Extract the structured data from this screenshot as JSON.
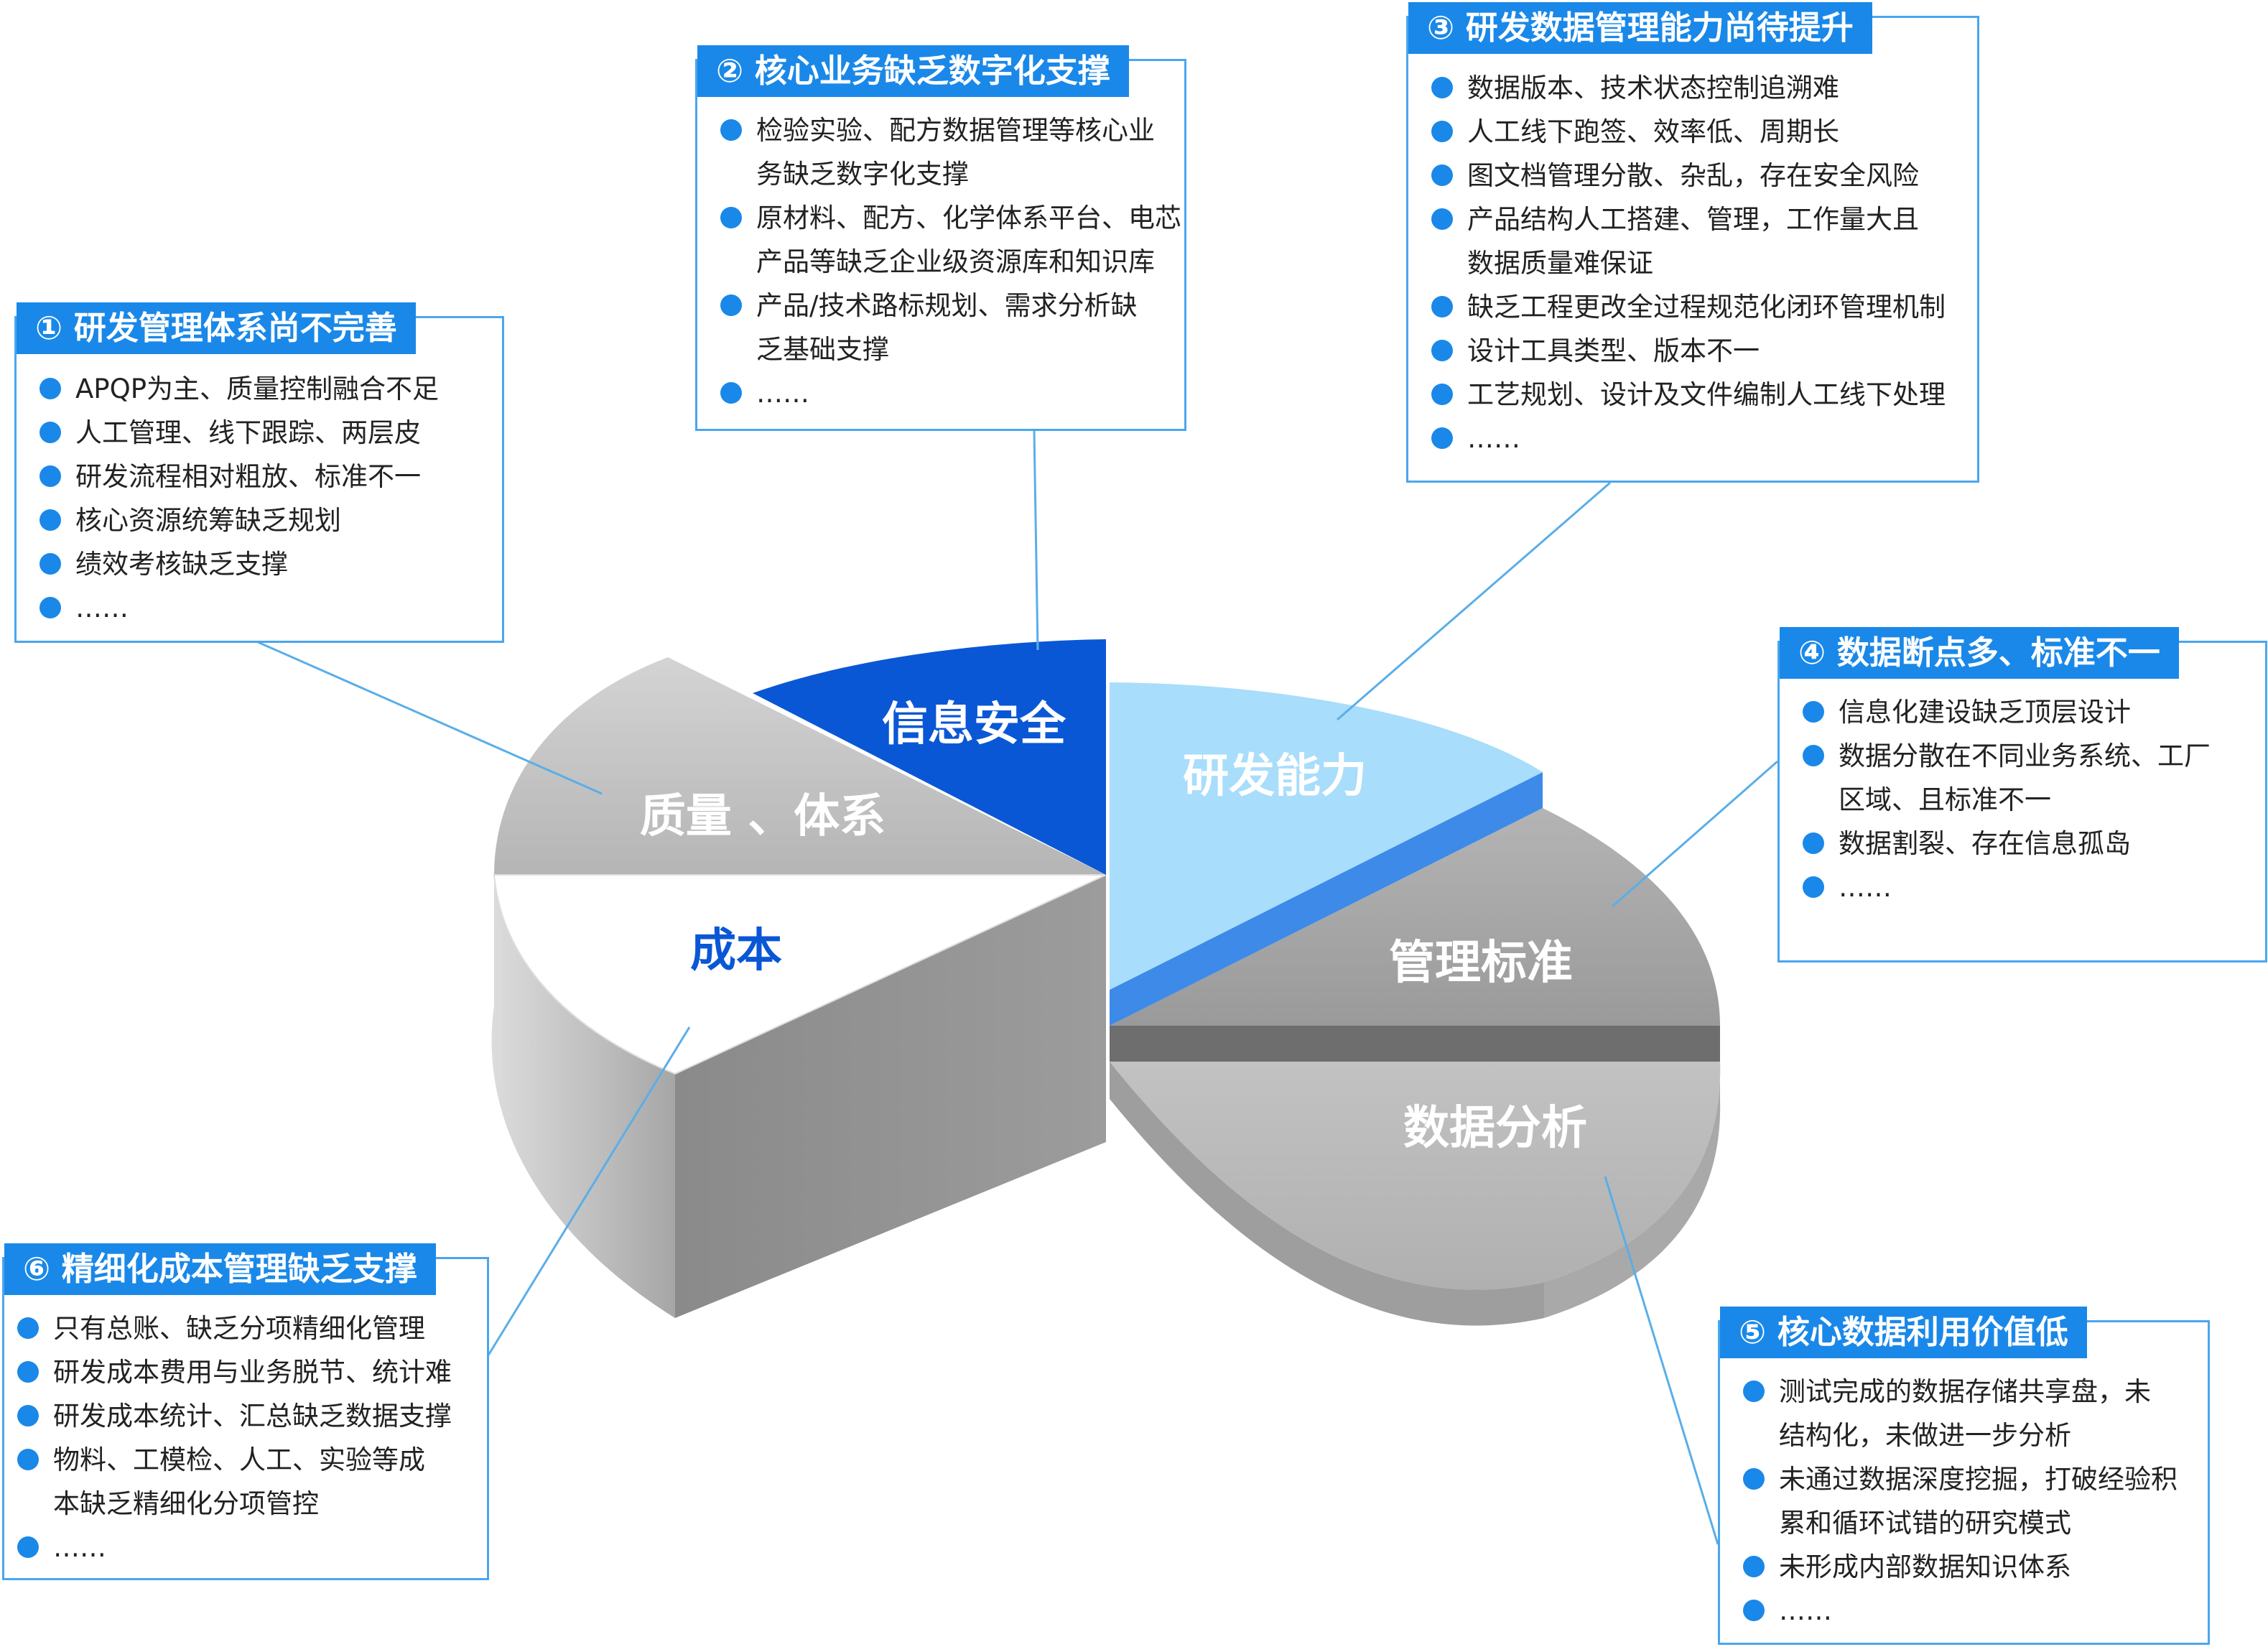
{
  "pie": {
    "slices": [
      {
        "key": "security",
        "label": "信息安全",
        "color": "#0a57d6"
      },
      {
        "key": "rnd",
        "label": "研发能力",
        "color": "#a8ddfb"
      },
      {
        "key": "mgmt",
        "label": "管理标准",
        "color": "#a2a2a2"
      },
      {
        "key": "analysis",
        "label": "数据分析",
        "color": "#bcbcbc"
      },
      {
        "key": "cost",
        "label": "成本",
        "color": "#ffffff"
      },
      {
        "key": "quality",
        "label": "质量 、体系",
        "color": "#bcbcbc"
      }
    ]
  },
  "panels": [
    {
      "key": "p1",
      "title": "① 研发管理体系尚不完善",
      "items": [
        "APQP为主、质量控制融合不足",
        "人工管理、线下跟踪、两层皮",
        "研发流程相对粗放、标准不一",
        "核心资源统筹缺乏规划",
        "绩效考核缺乏支撑",
        "……"
      ]
    },
    {
      "key": "p2",
      "title": "② 核心业务缺乏数字化支撑",
      "items": [
        "检验实验、配方数据管理等核心业",
        "务缺乏数字化支撑",
        "原材料、配方、化学体系平台、电芯",
        "产品等缺乏企业级资源库和知识库",
        "产品/技术路标规划、需求分析缺",
        "乏基础支撑",
        "……"
      ]
    },
    {
      "key": "p3",
      "title": "③ 研发数据管理能力尚待提升",
      "items": [
        "数据版本、技术状态控制追溯难",
        "人工线下跑签、效率低、周期长",
        "图文档管理分散、杂乱，存在安全风险",
        "产品结构人工搭建、管理，工作量大且",
        "数据质量难保证",
        "缺乏工程更改全过程规范化闭环管理机制",
        "设计工具类型、版本不一",
        "工艺规划、设计及文件编制人工线下处理",
        "……"
      ]
    },
    {
      "key": "p4",
      "title": "④ 数据断点多、标准不一",
      "items": [
        "信息化建设缺乏顶层设计",
        "数据分散在不同业务系统、工厂",
        "区域、且标准不一",
        "数据割裂、存在信息孤岛",
        "……"
      ]
    },
    {
      "key": "p5",
      "title": "⑤  核心数据利用价值低",
      "items": [
        "测试完成的数据存储共享盘，未",
        "结构化，未做进一步分析",
        "未通过数据深度挖掘，打破经验积",
        "累和循环试错的研究模式",
        "未形成内部数据知识体系",
        "……"
      ]
    },
    {
      "key": "p6",
      "title": "⑥ 精细化成本管理缺乏支撑",
      "items": [
        "只有总账、缺乏分项精细化管理",
        "研发成本费用与业务脱节、统计难",
        "研发成本统计、汇总缺乏数据支撑",
        "物料、工模检、人工、实验等成",
        "本缺乏精细化分项管控",
        "……"
      ]
    }
  ],
  "colors": {
    "accent": "#1a88e8",
    "panel_border": "#4aa6ee",
    "connector": "#5aaee8",
    "label_cost": "#0a57d6",
    "label_white": "#ffffff"
  }
}
